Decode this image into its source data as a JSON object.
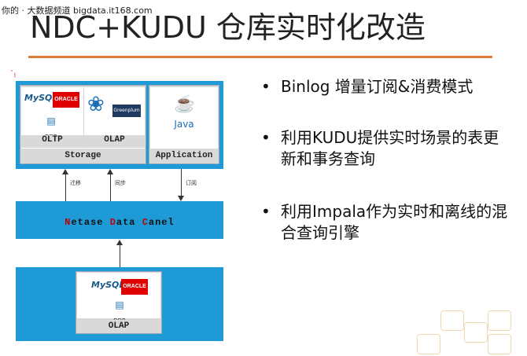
{
  "watermark": "你的 · 大数据频道 bigdata.it168.com",
  "title": "NDC+KUDU 仓库实时化改造",
  "diagram": {
    "oltp_label": "OLTP",
    "olap_label": "OLAP",
    "storage_label": "Storage",
    "application_label": "Application",
    "arrow_labels": [
      "迁移",
      "同步",
      "订阅"
    ],
    "ndc": {
      "n": "N",
      "etase": "etase ",
      "d": "D",
      "ata": "ata ",
      "c": "C",
      "anel": "anel"
    },
    "bottom_olap_label": "OLAP",
    "logos": {
      "mysql": "MySQL",
      "oracle": "ORACLE",
      "ddb": "DDB",
      "java": "Java",
      "greenplum": "Greenplum"
    }
  },
  "bullets": [
    {
      "dot": "•",
      "text": "Binlog 增量订阅&消费模式"
    },
    {
      "dot": "•",
      "text": "利用KUDU提供实时场景的表更新和事务查询"
    },
    {
      "dot": "•",
      "text": "利用Impala作为实时和离线的混合查询引擎"
    }
  ],
  "colors": {
    "accent_rule": "#e07b39",
    "panel_blue": "#1e9ad6",
    "oracle_red": "#e00000"
  }
}
